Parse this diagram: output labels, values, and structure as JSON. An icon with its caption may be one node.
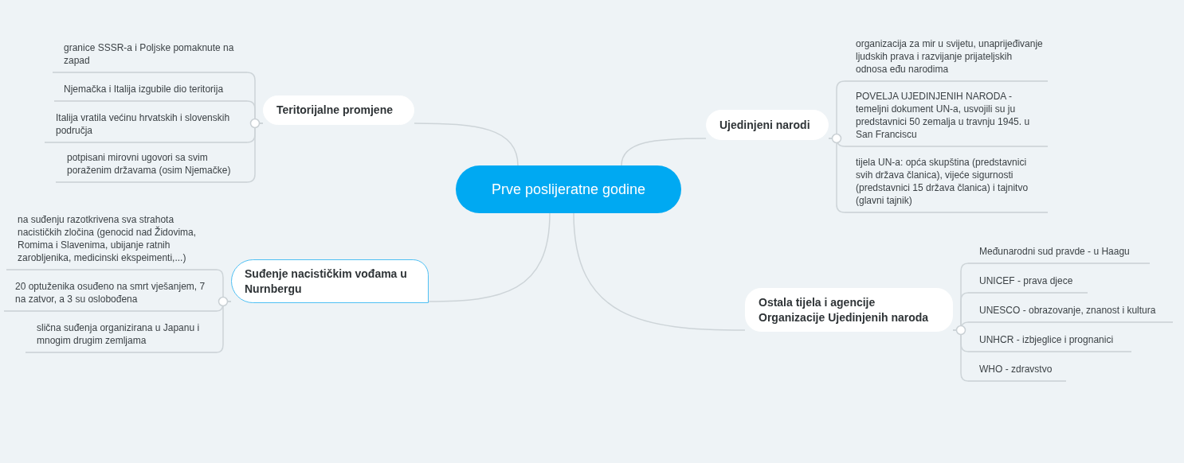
{
  "diagram": {
    "nodes": [
      {
        "text": [
          "Prve poslijeratne godine"
        ]
      },
      {
        "text": [
          "Teritorijalne promjene"
        ]
      },
      {
        "text": [
          "granice SSSR-a i Poljske pomaknute na zapad"
        ]
      },
      {
        "text": [
          "Njemačka i Italija izgubile dio teritorija"
        ]
      },
      {
        "text": [
          "Italija vratila većinu hrvatskih i slovenskih područja"
        ]
      },
      {
        "text": [
          "potpisani mirovni ugovori sa svim poraženim državama (osim Njemačke)"
        ]
      },
      {
        "text": [
          "Ujedinjeni narodi"
        ]
      },
      {
        "text": [
          "organizacija za mir u svijetu, unaprijeđivanje ljudskih prava i razvijanje prijateljskih odnosa eđu narodima"
        ]
      },
      {
        "text": [
          "POVELJA UJEDINJENIH NARODA - temeljni dokument UN-a, usvojili su ju predstavnici 50 zemalja u travnju 1945. u San Franciscu"
        ]
      },
      {
        "text": [
          "tijela UN-a:  opća skupština (predstavnici svih država članica), vijeće sigurnosti (predstavnici 15 država članica) i tajnitvo (glavni tajnik)"
        ]
      },
      {
        "text": [
          "Suđenje nacističkim vođama u Nurnbergu"
        ]
      },
      {
        "text": [
          "na suđenju razotkrivena sva strahota nacističkih zločina (genocid nad Židovima, Romima i Slavenima, ubijanje ratnih zarobljenika, medicinski ekspeimenti,...)"
        ]
      },
      {
        "text": [
          "20 optuženika osuđeno na smrt vješanjem, 7 na zatvor, a 3 su oslobođena"
        ]
      },
      {
        "text": [
          "slična suđenja organizirana u Japanu i mnogim drugim zemljama"
        ]
      },
      {
        "text": [
          "Ostala tijela i agencije Organizacije Ujedinjenih naroda"
        ]
      },
      {
        "text": [
          "Međunarodni sud pravde - u Haagu"
        ]
      },
      {
        "text": [
          "UNICEF - prava djece"
        ]
      },
      {
        "text": [
          "UNESCO - obrazovanje, znanost i kultura"
        ]
      },
      {
        "text": [
          "UNHCR - izbjeglice i prognanici"
        ]
      },
      {
        "text": [
          "WHO - zdravstvo"
        ]
      }
    ],
    "edges": [
      {
        "from": 0,
        "to": 1,
        "arrow": "none"
      },
      {
        "from": 1,
        "to": 2,
        "arrow": "none"
      },
      {
        "from": 1,
        "to": 3,
        "arrow": "none"
      },
      {
        "from": 1,
        "to": 4,
        "arrow": "none"
      },
      {
        "from": 1,
        "to": 5,
        "arrow": "none"
      },
      {
        "from": 0,
        "to": 6,
        "arrow": "none"
      },
      {
        "from": 6,
        "to": 7,
        "arrow": "none"
      },
      {
        "from": 6,
        "to": 8,
        "arrow": "none"
      },
      {
        "from": 6,
        "to": 9,
        "arrow": "none"
      },
      {
        "from": 0,
        "to": 10,
        "arrow": "none"
      },
      {
        "from": 10,
        "to": 11,
        "arrow": "none"
      },
      {
        "from": 10,
        "to": 12,
        "arrow": "none"
      },
      {
        "from": 10,
        "to": 13,
        "arrow": "none"
      },
      {
        "from": 0,
        "to": 14,
        "arrow": "none"
      },
      {
        "from": 14,
        "to": 15,
        "arrow": "none"
      },
      {
        "from": 14,
        "to": 16,
        "arrow": "none"
      },
      {
        "from": 14,
        "to": 17,
        "arrow": "none"
      },
      {
        "from": 14,
        "to": 18,
        "arrow": "none"
      },
      {
        "from": 14,
        "to": 19,
        "arrow": "none"
      }
    ]
  }
}
